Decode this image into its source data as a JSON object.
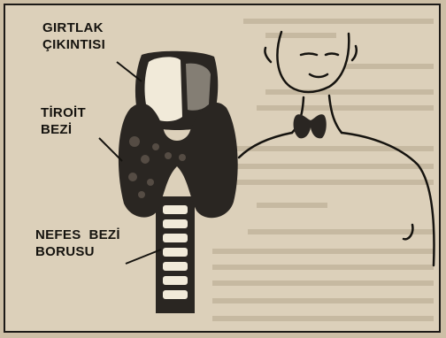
{
  "labels": {
    "larynx": {
      "line1": "GIRTLAK",
      "line2": "ÇIKINTISI"
    },
    "thyroid": {
      "line1": "TİROİT",
      "line2": "BEZİ"
    },
    "trachea": {
      "line1": "NEFES  BEZİ",
      "line2": "BORUSU"
    }
  },
  "colors": {
    "ink": "#15130f",
    "paper": "#dcd0ba",
    "thyroid": "#2a2622",
    "cartilage": "#f1ead9"
  }
}
